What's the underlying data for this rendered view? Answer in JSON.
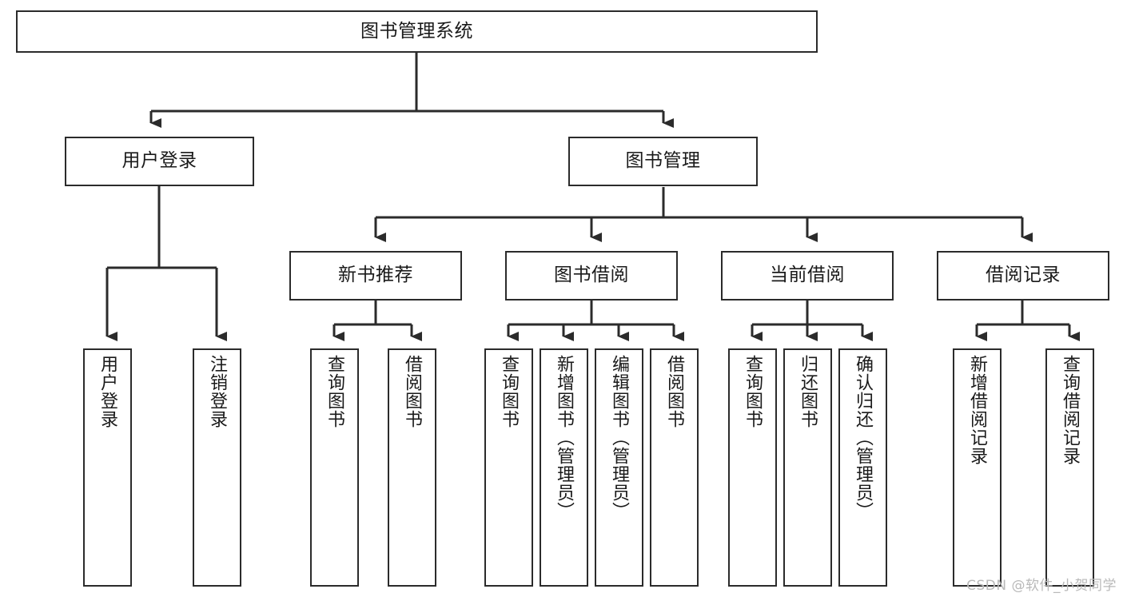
{
  "diagram": {
    "title": "图书管理系统",
    "type": "functional-decomposition-tree",
    "colors": {
      "box_border": "#2b2b2b",
      "box_fill": "#ffffff",
      "edge": "#2b2b2b",
      "text": "#1a1a1a",
      "watermark": "#b9b9b9",
      "background": "#ffffff"
    },
    "root": {
      "label": "图书管理系统"
    },
    "level2": [
      {
        "label": "用户登录"
      },
      {
        "label": "图书管理"
      }
    ],
    "level3": [
      {
        "label": "新书推荐"
      },
      {
        "label": "图书借阅"
      },
      {
        "label": "当前借阅"
      },
      {
        "label": "借阅记录"
      }
    ],
    "leaves": {
      "user_login": [
        {
          "label": "用户登录"
        },
        {
          "label": "注销登录"
        }
      ],
      "new_book_recommend": [
        {
          "label": "查询图书"
        },
        {
          "label": "借阅图书"
        }
      ],
      "book_borrow": [
        {
          "label": "查询图书"
        },
        {
          "label": "新增图书（管理员）"
        },
        {
          "label": "编辑图书（管理员）"
        },
        {
          "label": "借阅图书"
        }
      ],
      "current_borrow": [
        {
          "label": "查询图书"
        },
        {
          "label": "归还图书"
        },
        {
          "label": "确认归还（管理员）"
        }
      ],
      "borrow_record": [
        {
          "label": "新增借阅记录"
        },
        {
          "label": "查询借阅记录"
        }
      ]
    }
  },
  "watermark": {
    "text": "CSDN @软件_小贺同学"
  }
}
